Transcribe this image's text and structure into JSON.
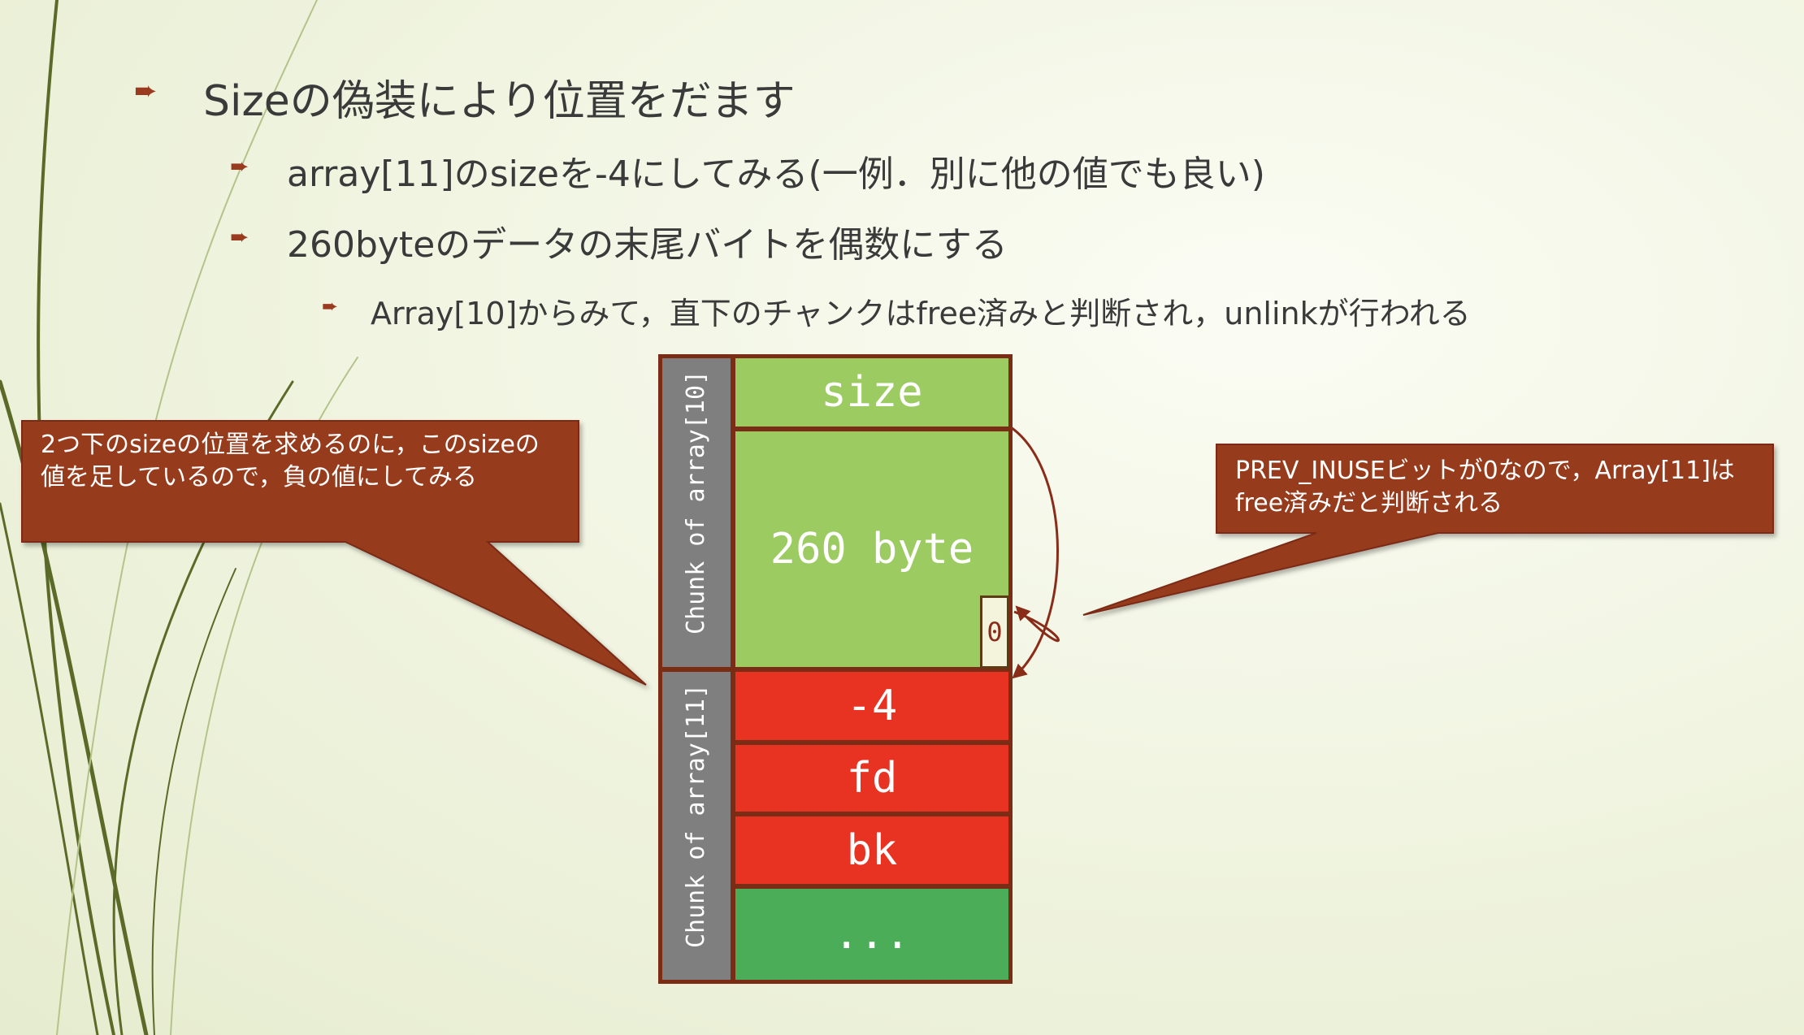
{
  "bullets": {
    "level1": "Sizeの偽装により位置をだます",
    "level2a": "array[11]のsizeを-4にしてみる(一例．別に他の値でも良い)",
    "level2b": "260byteのデータの末尾バイトを偶数にする",
    "level3": "Array[10]からみて，直下のチャンクはfree済みと判断され，unlinkが行われる"
  },
  "bullet_marker": "➨",
  "diagram": {
    "chunk10_label": "Chunk of array[10]",
    "chunk11_label": "Chunk of array[11]",
    "cells": {
      "size": "size",
      "data": "260 byte",
      "inuse_bit": "0",
      "neg_size": "-4",
      "fd": "fd",
      "bk": "bk",
      "rest": "..."
    }
  },
  "callouts": {
    "left": "2つ下のsizeの位置を求めるのに，このsizeの値を足しているので，負の値にしてみる",
    "right": "PREV_INUSEビットが0なので，Array[11]はfree済みだと判断される"
  },
  "colors": {
    "callout_bg": "#963a1e",
    "light_green": "#9ccb62",
    "red": "#e83222",
    "green": "#4cad58",
    "gray": "#7f7f7f",
    "marker": "#9a3a1f"
  }
}
